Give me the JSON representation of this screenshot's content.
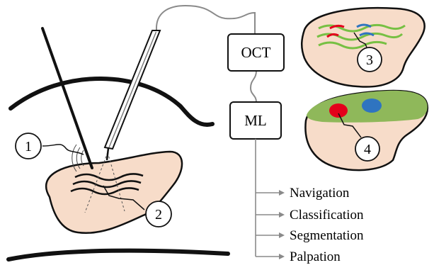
{
  "blocks": {
    "oct": "OCT",
    "ml": "ML"
  },
  "callouts": [
    "1",
    "2",
    "3",
    "4"
  ],
  "applications": [
    "Navigation",
    "Classification",
    "Segmentation",
    "Palpation"
  ],
  "colors": {
    "tissue_fill": "#f7dcc9",
    "outline": "#111111",
    "cable": "#8a8a8a",
    "green_band": "#8fb85a",
    "green_lines": "#77c043",
    "red_marker": "#e3001b",
    "blue_marker": "#2f74c0",
    "arrow_gray": "#8a8a8a"
  }
}
